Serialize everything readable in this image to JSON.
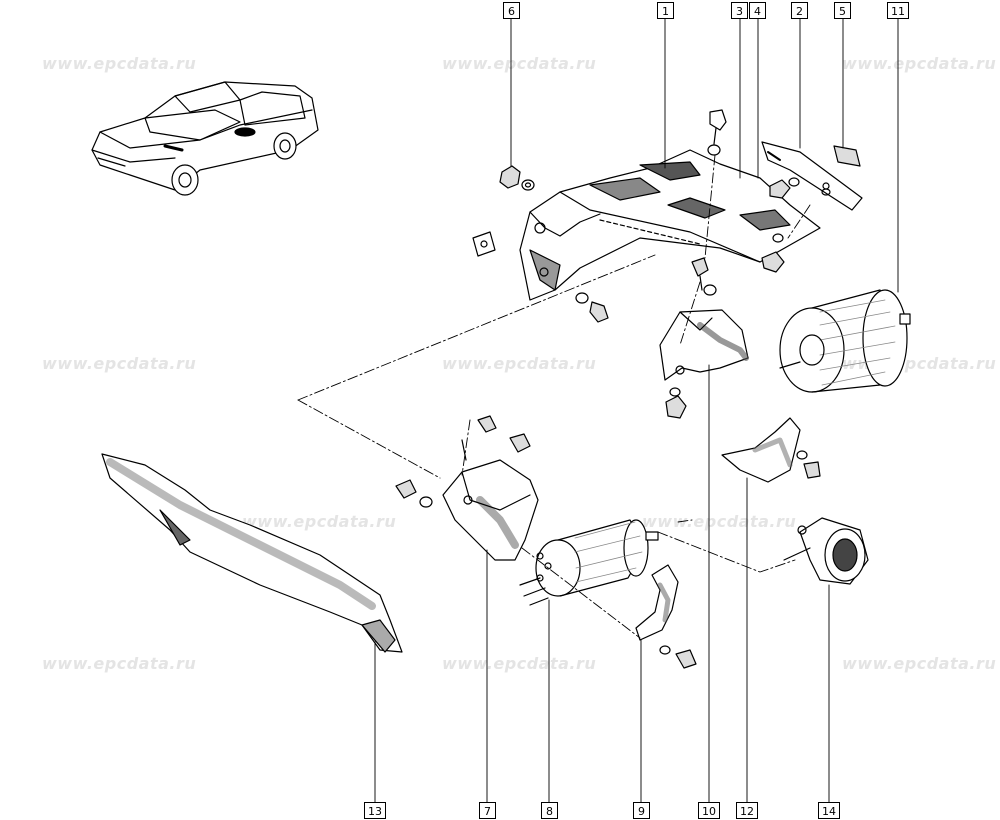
{
  "watermark": "www.epcdata.ru",
  "callouts": [
    "1",
    "2",
    "3",
    "4",
    "5",
    "6",
    "7",
    "8",
    "9",
    "10",
    "11",
    "12",
    "13",
    "14"
  ]
}
